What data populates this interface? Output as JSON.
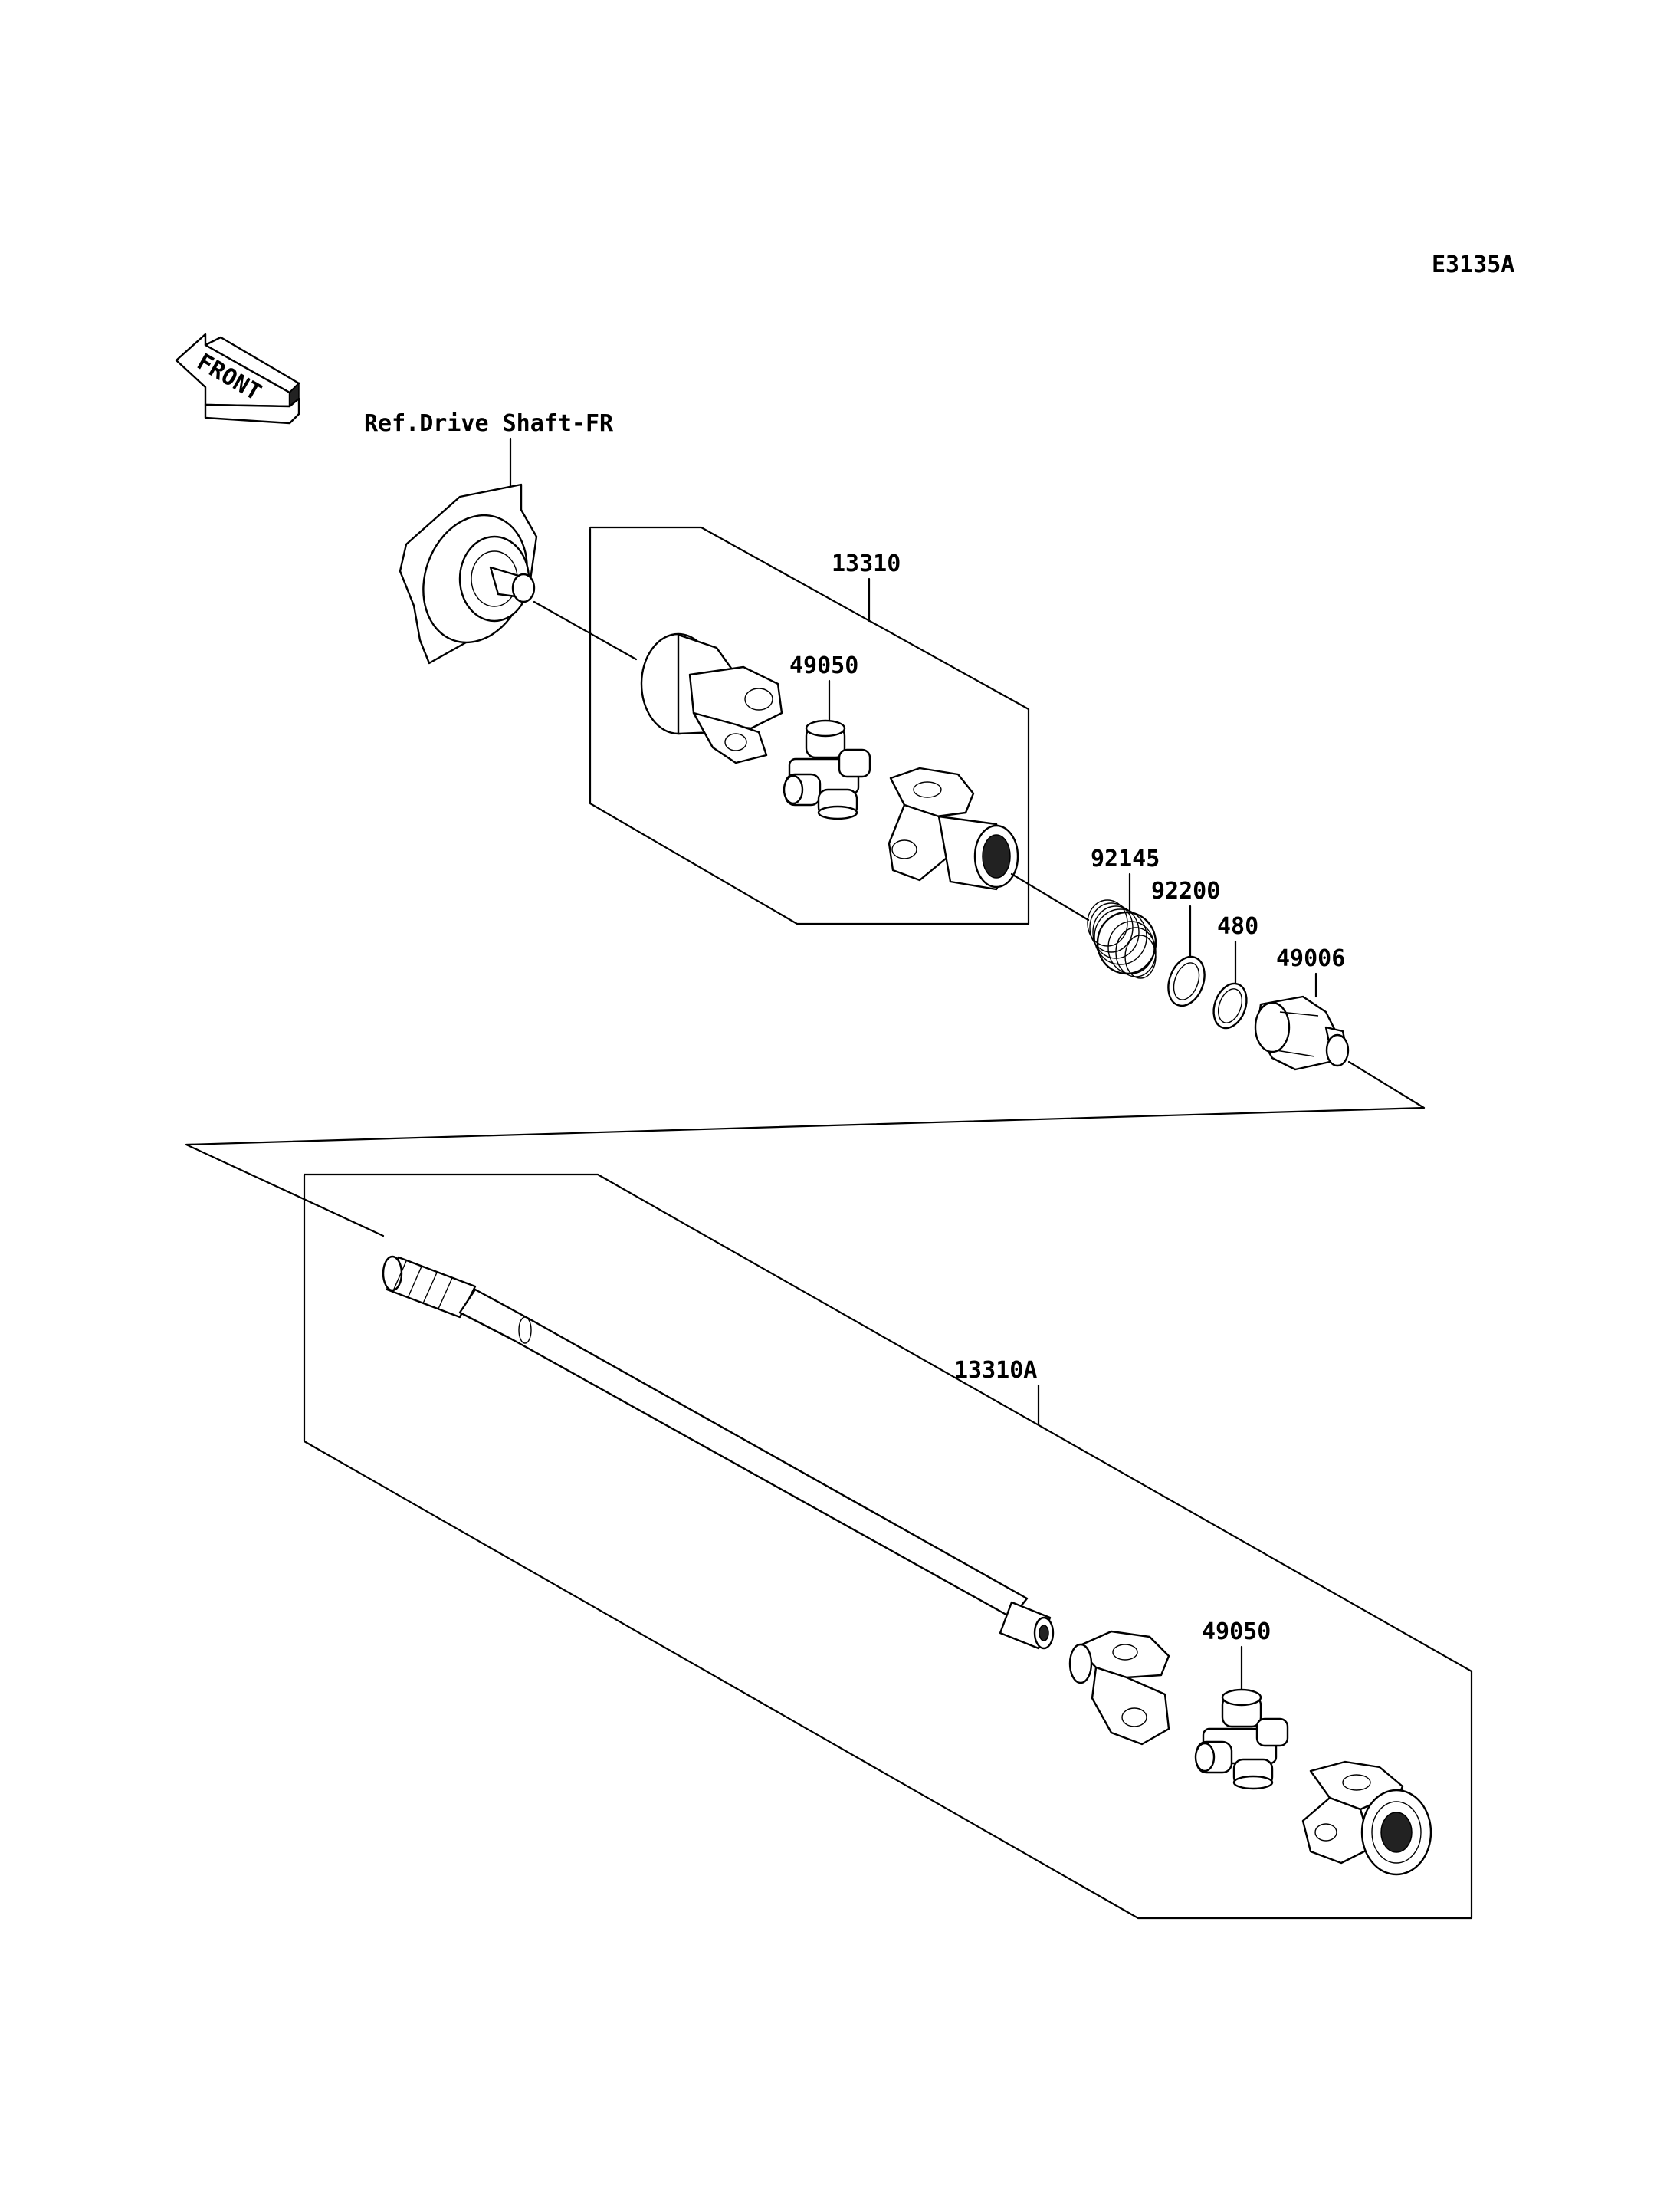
{
  "diagram_code": "E3135A",
  "front_label": "FRONT",
  "ref_label": "Ref.Drive Shaft-FR",
  "callouts": {
    "assembly_front": "13310",
    "joint_upper": "49050",
    "spring": "92145",
    "washer": "92200",
    "circlip": "480",
    "boot": "49006",
    "assembly_rear": "13310A",
    "joint_lower": "49050"
  }
}
